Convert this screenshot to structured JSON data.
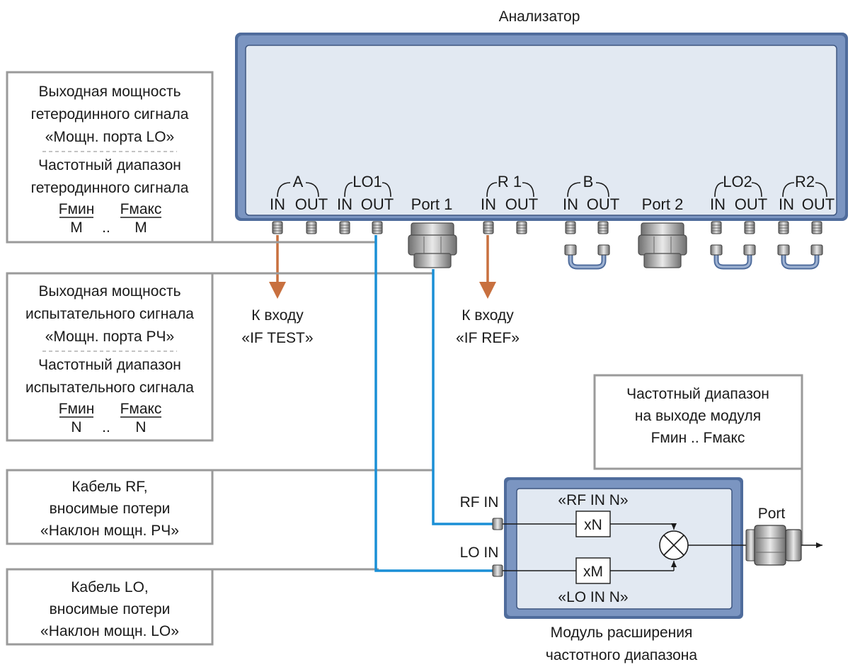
{
  "analyzer": {
    "title": "Анализатор",
    "port_groups": [
      {
        "name": "A",
        "in": "IN",
        "out": "OUT"
      },
      {
        "name": "LO1",
        "in": "IN",
        "out": "OUT"
      },
      {
        "name": "R 1",
        "in": "IN",
        "out": "OUT"
      },
      {
        "name": "B",
        "in": "IN",
        "out": "OUT"
      },
      {
        "name": "LO2",
        "in": "IN",
        "out": "OUT"
      },
      {
        "name": "R2",
        "in": "IN",
        "out": "OUT"
      }
    ],
    "port1": "Port 1",
    "port2": "Port 2"
  },
  "boxes": {
    "lo_power": {
      "line1": "Выходная мощность",
      "line2": "гетеродинного сигнала",
      "line3": "«Мощн. порта LO»",
      "line4": "Частотный диапазон",
      "line5": "гетеродинного сигнала",
      "fmin": "Fмин",
      "fmax": "Fмакс",
      "divisor": "M",
      "sep": ".."
    },
    "rf_power": {
      "line1": "Выходная мощность",
      "line2": "испытательного сигнала",
      "line3": "«Мощн. порта РЧ»",
      "line4": "Частотный диапазон",
      "line5": "испытательного сигнала",
      "fmin": "Fмин",
      "fmax": "Fмакс",
      "divisor": "N",
      "sep": ".."
    },
    "rf_cable": {
      "line1": "Кабель RF,",
      "line2": "вносимые потери",
      "line3": "«Наклон мощн. РЧ»"
    },
    "lo_cable": {
      "line1": "Кабель LO,",
      "line2": "вносимые потери",
      "line3": "«Наклон мощн. LO»"
    },
    "output_range": {
      "line1": "Частотный диапазон",
      "line2": "на выходе модуля",
      "line3": "Fмин .. Fмакс"
    }
  },
  "arrows": {
    "if_test": {
      "line1": "К входу",
      "line2": "«IF TEST»"
    },
    "if_ref": {
      "line1": "К входу",
      "line2": "«IF REF»"
    }
  },
  "module": {
    "rf_in": "RF IN",
    "lo_in": "LO IN",
    "rf_label": "«RF IN N»",
    "lo_label": "«LO IN N»",
    "mult_n": "xN",
    "mult_m": "xM",
    "port": "Port",
    "caption_line1": "Модуль расширения",
    "caption_line2": "частотного диапазона"
  },
  "colors": {
    "body_stroke": "#5b78a8",
    "body_fill": "#e2e9f2",
    "box_stroke": "#9a9a9a",
    "cable_blue": "#1a8fd6",
    "arrow_orange": "#c8703f",
    "text": "#1a1a1a"
  }
}
